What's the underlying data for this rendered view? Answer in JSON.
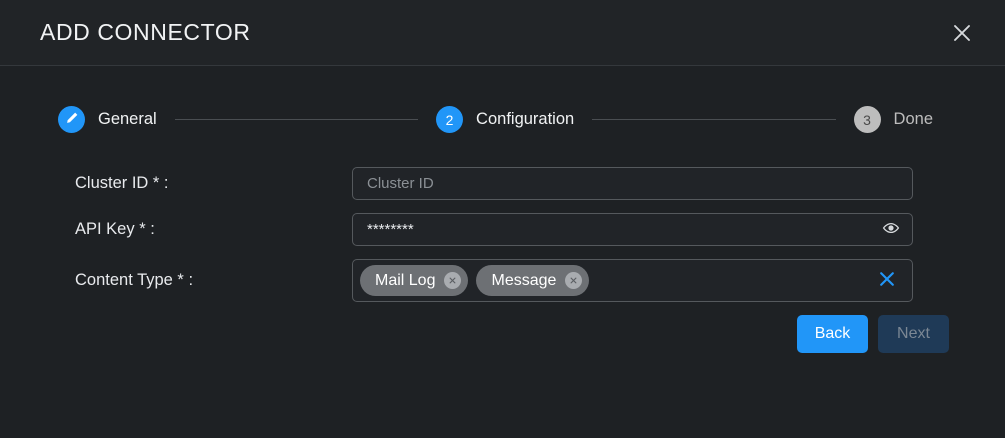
{
  "dialog": {
    "title": "ADD CONNECTOR",
    "close_icon": "close-icon"
  },
  "stepper": {
    "steps": [
      {
        "marker": "✎",
        "label": "General",
        "state": "done",
        "icon": "pencil-icon"
      },
      {
        "marker": "2",
        "label": "Configuration",
        "state": "active",
        "icon": ""
      },
      {
        "marker": "3",
        "label": "Done",
        "state": "pending",
        "icon": ""
      }
    ]
  },
  "form": {
    "fields": [
      {
        "label": "Cluster ID * :",
        "type": "text",
        "value": "",
        "placeholder": "Cluster ID"
      },
      {
        "label": "API Key * :",
        "type": "password",
        "value": "********",
        "placeholder": "",
        "toggle_icon": "eye-icon"
      },
      {
        "label": "Content Type * :",
        "type": "chips",
        "chips": [
          {
            "label": "Mail Log",
            "remove_icon": "close-circle-icon"
          },
          {
            "label": "Message",
            "remove_icon": "close-circle-icon"
          }
        ],
        "clear_icon": "clear-all-icon"
      }
    ]
  },
  "actions": {
    "back_label": "Back",
    "next_label": "Next",
    "next_disabled": true
  },
  "colors": {
    "accent": "#2196f8",
    "background": "#1e2124",
    "header": "#212427",
    "chip": "#6d7074",
    "pending_step": "#bdbdbd",
    "disabled_button": "#1f3a57"
  }
}
